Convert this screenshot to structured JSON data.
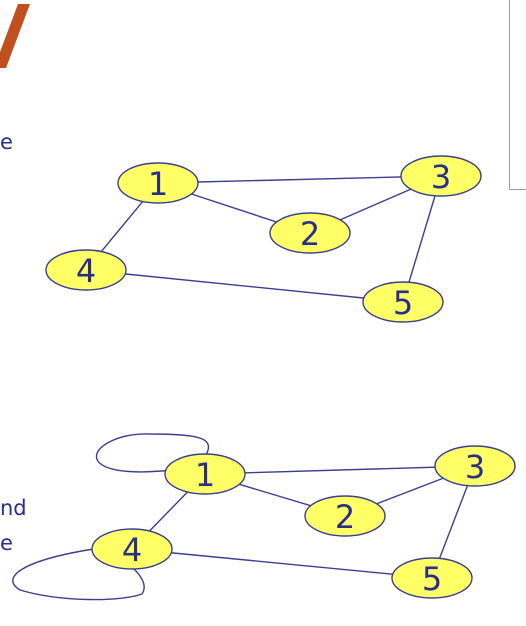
{
  "left_text": {
    "line1": "e",
    "line2": "nd",
    "line3": "e"
  },
  "colors": {
    "title": "#c0501f",
    "node_fill": "#ffff66",
    "edge": "#3a3f8f",
    "text": "#2b2d8a"
  },
  "graph_top": {
    "nodes": [
      {
        "id": "1",
        "label": "1"
      },
      {
        "id": "2",
        "label": "2"
      },
      {
        "id": "3",
        "label": "3"
      },
      {
        "id": "4",
        "label": "4"
      },
      {
        "id": "5",
        "label": "5"
      }
    ],
    "edges": [
      [
        "1",
        "3"
      ],
      [
        "1",
        "2"
      ],
      [
        "2",
        "3"
      ],
      [
        "1",
        "4"
      ],
      [
        "4",
        "5"
      ],
      [
        "3",
        "5"
      ]
    ]
  },
  "graph_bottom": {
    "nodes": [
      {
        "id": "1",
        "label": "1"
      },
      {
        "id": "2",
        "label": "2"
      },
      {
        "id": "3",
        "label": "3"
      },
      {
        "id": "4",
        "label": "4"
      },
      {
        "id": "5",
        "label": "5"
      }
    ],
    "edges": [
      [
        "1",
        "3"
      ],
      [
        "1",
        "2"
      ],
      [
        "2",
        "3"
      ],
      [
        "1",
        "4"
      ],
      [
        "4",
        "5"
      ],
      [
        "3",
        "5"
      ]
    ],
    "self_loops": [
      "1",
      "4"
    ]
  }
}
